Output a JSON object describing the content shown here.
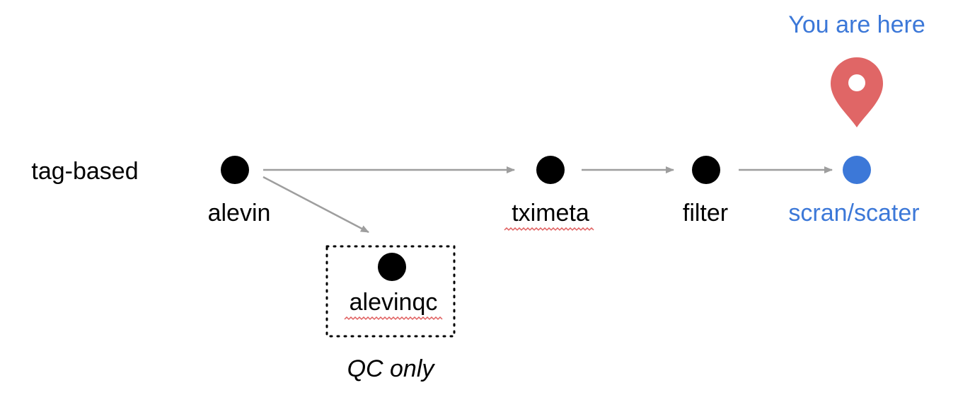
{
  "row_label": "tag-based",
  "here_marker": {
    "text": "You are here",
    "pin_color": "#e06666",
    "icon": "map-pin-icon"
  },
  "nodes": {
    "alevin": "alevin",
    "tximeta": "tximeta",
    "filter": "filter",
    "scran": "scran/scater",
    "alevinqc": "alevinqc"
  },
  "qc_note": "QC only",
  "colors": {
    "node": "#000000",
    "current_node": "#3c78d8",
    "current_text": "#3c78d8",
    "arrow": "#9e9e9e",
    "spellcheck": "#e06060"
  }
}
